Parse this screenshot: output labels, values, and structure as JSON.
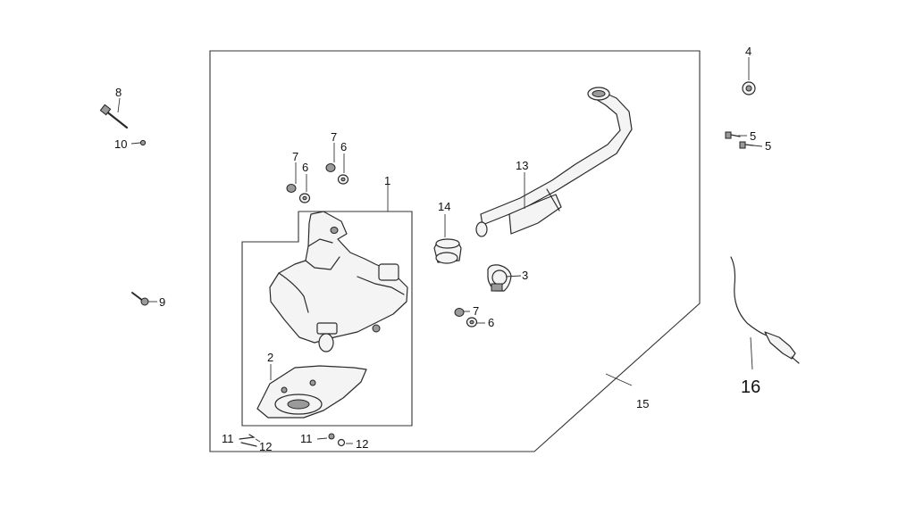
{
  "callouts": {
    "c1": "1",
    "c2": "2",
    "c3": "3",
    "c4": "4",
    "c5a": "5",
    "c5b": "5",
    "c6a": "6",
    "c6b": "6",
    "c6c": "6",
    "c7a": "7",
    "c7b": "7",
    "c7c": "7",
    "c8": "8",
    "c9": "9",
    "c10": "10",
    "c11a": "11",
    "c11b": "11",
    "c12a": "12",
    "c12b": "12",
    "c13": "13",
    "c14": "14",
    "c15": "15",
    "c16": "16"
  }
}
